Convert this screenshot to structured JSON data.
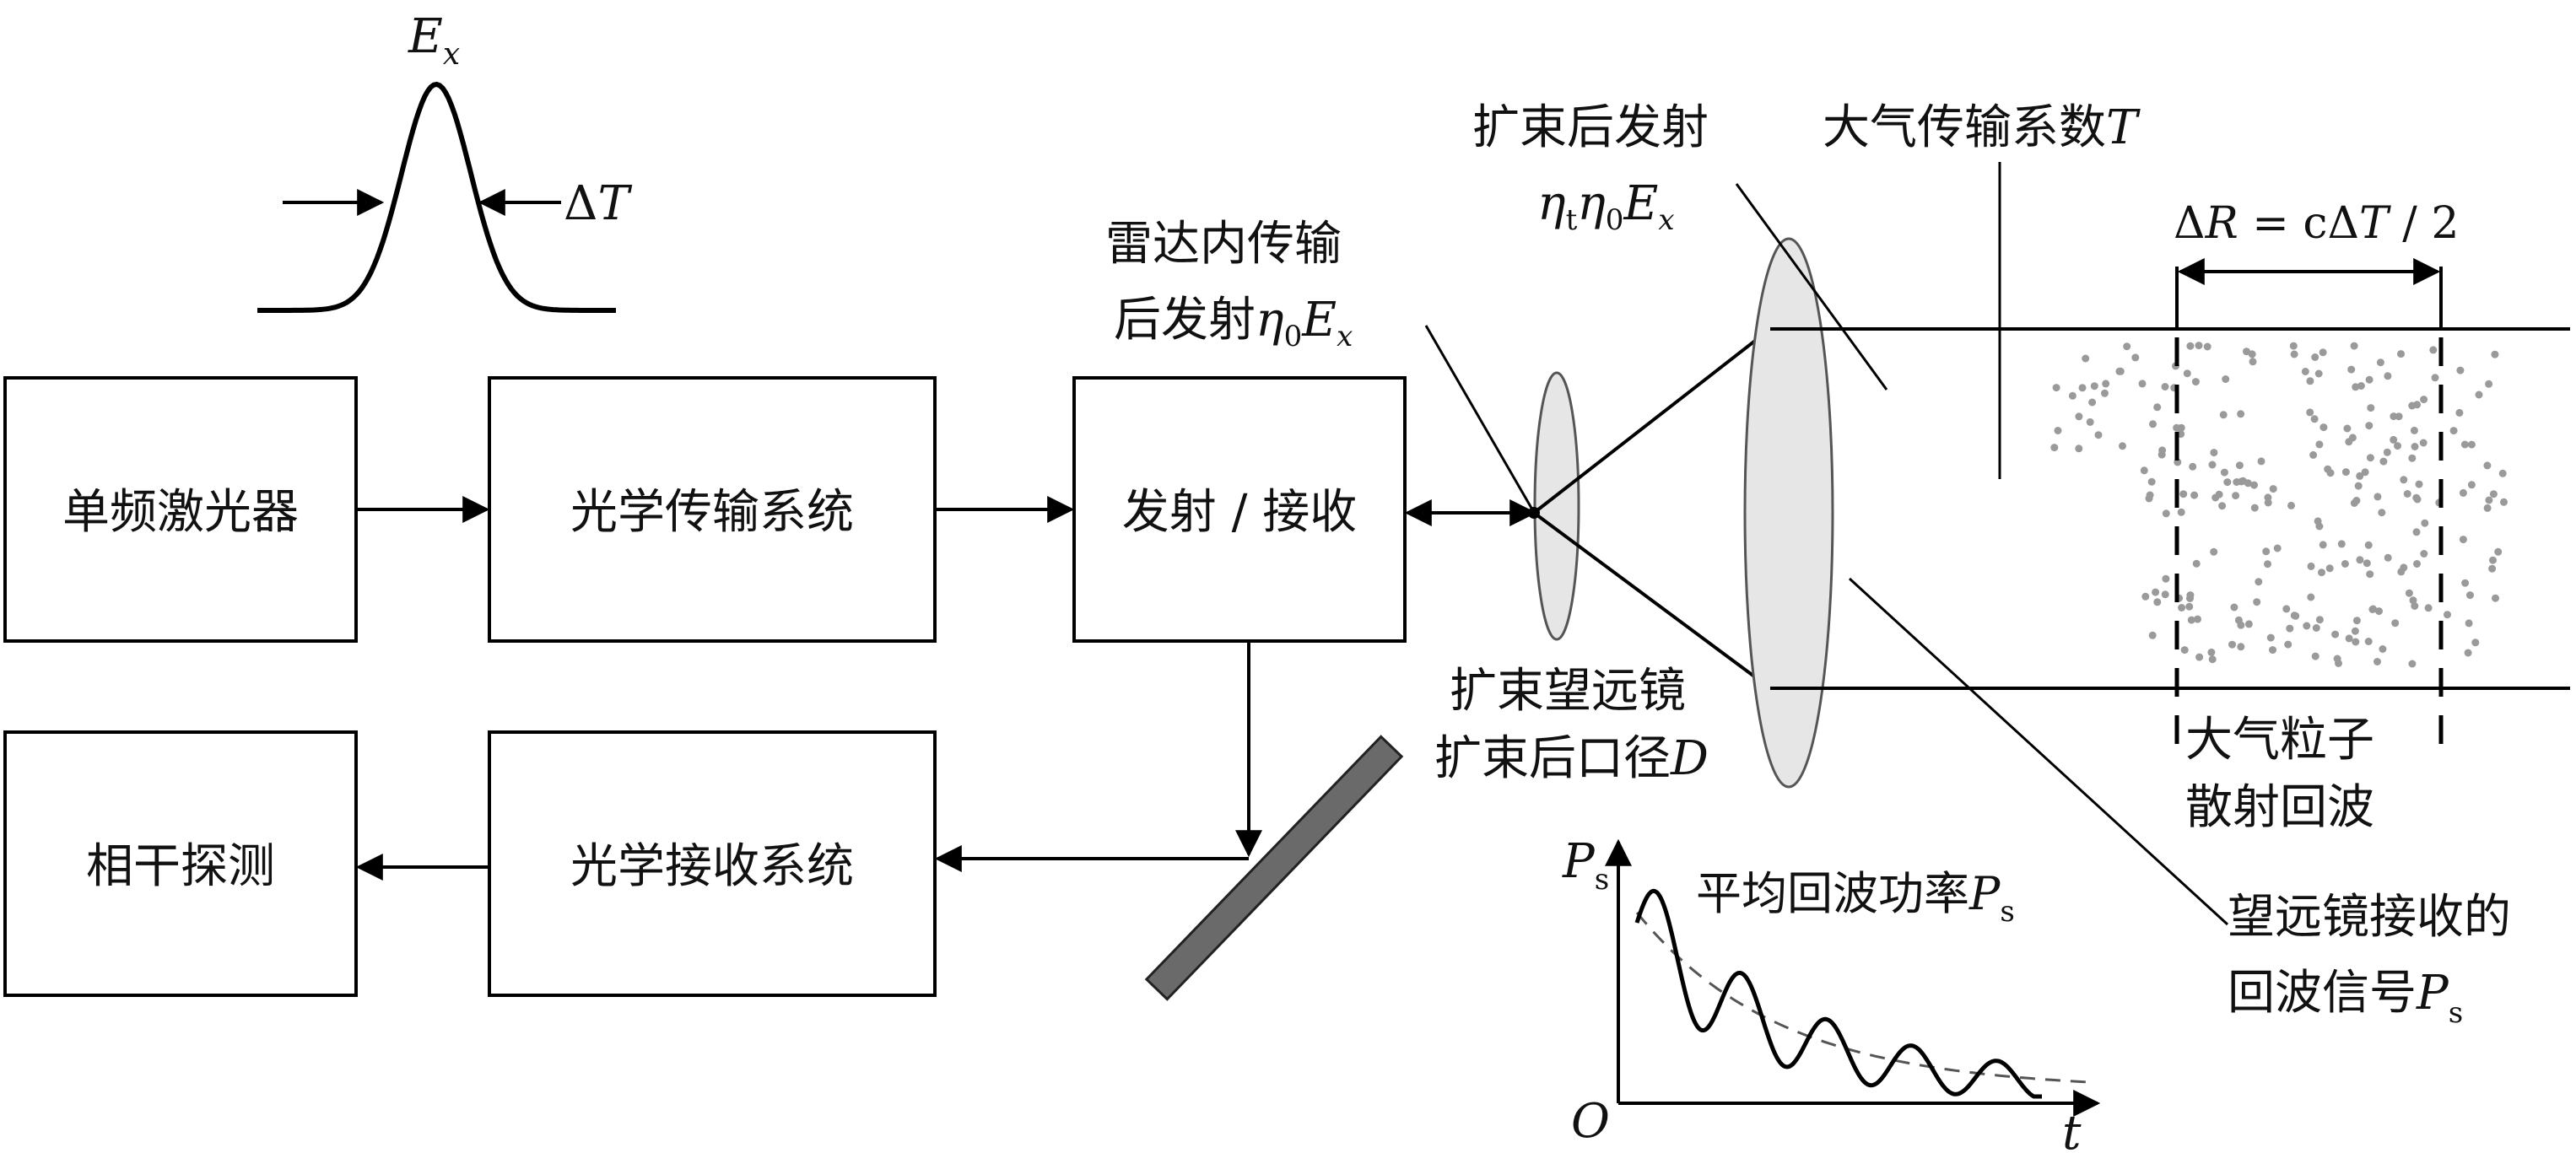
{
  "blocks": {
    "laser": "单频激光器",
    "optical_transmission": "光学传输系统",
    "transmit_receive": "发射 / 接收",
    "coherent_detection": "相干探测",
    "optical_receive": "光学接收系统"
  },
  "pulse": {
    "amplitude_symbol": "E",
    "amplitude_sub": "x",
    "width_prefix": "Δ",
    "width_symbol": "T"
  },
  "radar_internal": {
    "line1": "雷达内传输",
    "line2_text": "后发射",
    "eta": "η",
    "eta_sub": "0",
    "E": "E",
    "E_sub": "x"
  },
  "expanded_emission": {
    "line1": "扩束后发射",
    "eta_t": "η",
    "eta_t_sub": "t",
    "eta0": "η",
    "eta0_sub": "0",
    "E": "E",
    "E_sub": "x"
  },
  "atmosphere": {
    "text": "大气传输系数",
    "symbol": "T"
  },
  "range_resolution": {
    "prefix": "Δ",
    "R": "R",
    "middle": " = c",
    "delta": "Δ",
    "T": "T",
    "suffix": " / 2"
  },
  "telescope": {
    "line1": "扩束望远镜",
    "line2_text": "扩束后口径",
    "line2_symbol": "D"
  },
  "particles": {
    "line1": "大气粒子",
    "line2": "散射回波"
  },
  "echo_signal": {
    "line1": "望远镜接收的",
    "line2_text": "回波信号",
    "symbol": "P",
    "sub": "s"
  },
  "plot": {
    "y_symbol": "P",
    "y_sub": "s",
    "title_text": "平均回波功率",
    "title_symbol": "P",
    "title_sub": "s",
    "origin": "O",
    "x_symbol": "t"
  }
}
